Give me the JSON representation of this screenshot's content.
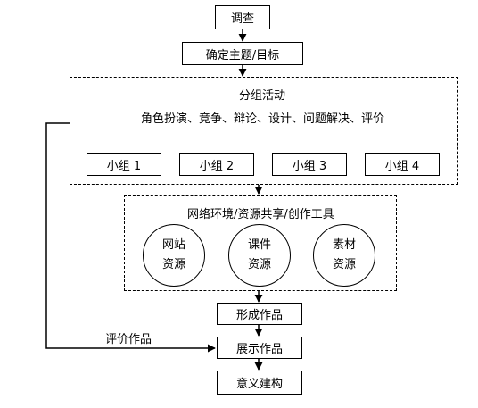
{
  "nodes": {
    "survey": "调查",
    "topic": "确定主题/目标",
    "group_activity": {
      "title": "分组活动",
      "methods": "角色扮演、竞争、辩论、设计、问题解决、评价",
      "groups": [
        "小组 1",
        "小组 2",
        "小组 3",
        "小组 4"
      ]
    },
    "environment": {
      "title": "网络环境/资源共享/创作工具",
      "resources": [
        {
          "line1": "网站",
          "line2": "资源"
        },
        {
          "line1": "课件",
          "line2": "资源"
        },
        {
          "line1": "素材",
          "line2": "资源"
        }
      ]
    },
    "form_work": "形成作品",
    "show_work": "展示作品",
    "meaning": "意义建构"
  },
  "edge_labels": {
    "evaluate": "评价作品"
  }
}
